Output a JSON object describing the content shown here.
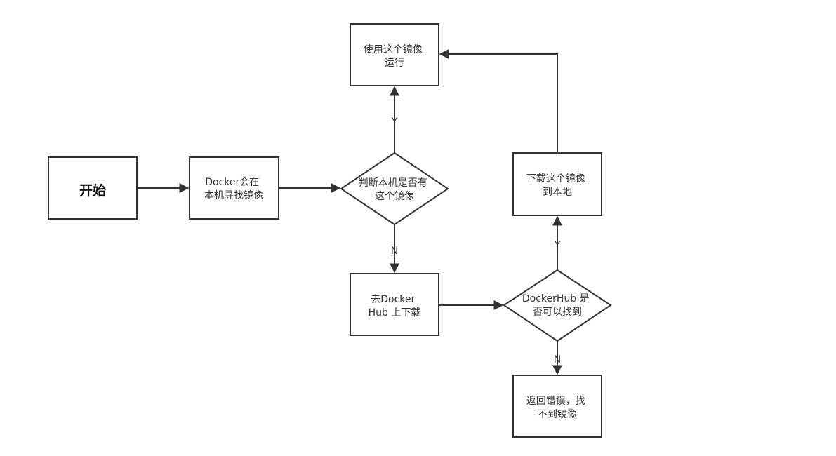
{
  "nodes": {
    "start": {
      "lines": [
        "开始"
      ]
    },
    "local_search": {
      "lines": [
        "Docker会在",
        "本机寻找镜像"
      ]
    },
    "check_local": {
      "lines": [
        "判断本机是否有",
        "这个镜像"
      ]
    },
    "use_image": {
      "lines": [
        "使用这个镜像",
        "运行"
      ]
    },
    "go_hub": {
      "lines": [
        "去Docker",
        "Hub 上下载"
      ]
    },
    "check_hub": {
      "lines": [
        "DockerHub 是",
        "否可以找到"
      ]
    },
    "download": {
      "lines": [
        "下载这个镜像",
        "到本地"
      ]
    },
    "error": {
      "lines": [
        "返回错误，找",
        "不到镜像"
      ]
    }
  },
  "edges": {
    "local_yes": "Y",
    "local_no": "N",
    "hub_yes": "Y",
    "hub_no": "N"
  },
  "colors": {
    "stroke": "#333333",
    "fill": "#ffffff",
    "text": "#333333"
  }
}
